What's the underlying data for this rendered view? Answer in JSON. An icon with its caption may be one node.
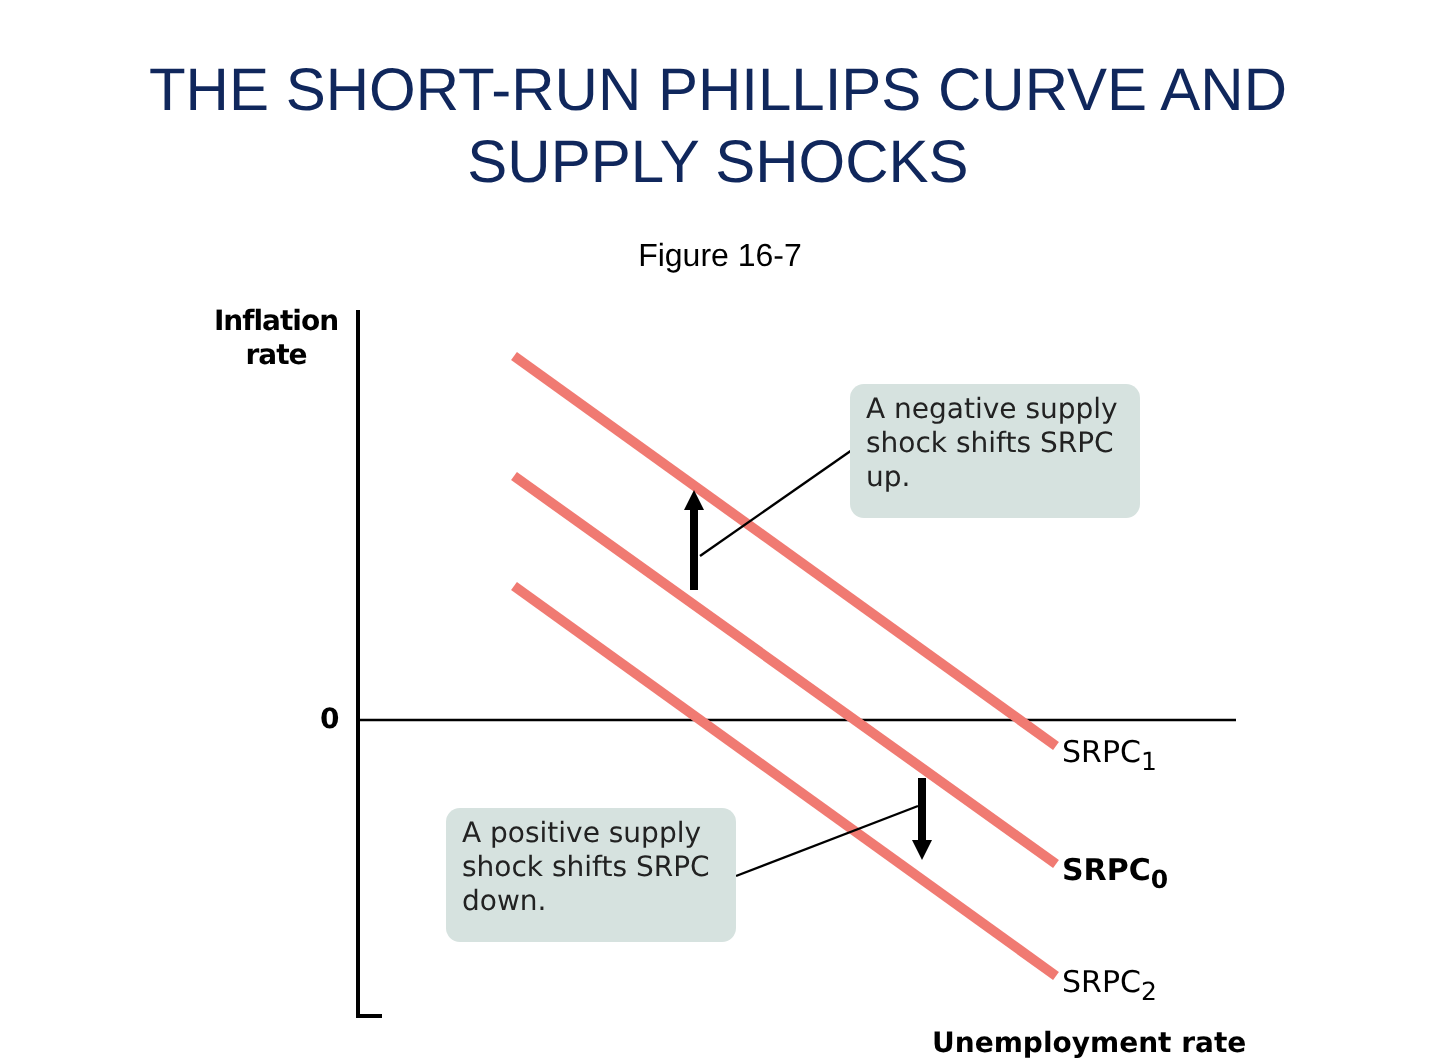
{
  "diagram": {
    "title": "THE SHORT-RUN PHILLIPS CURVE AND SUPPLY SHOCKS",
    "nodes": [
      {
        "text": [
          "A negative supply shock shifts SRPC up."
        ]
      },
      {
        "text": [],
        "shape": "arrow"
      },
      {
        "text": [
          "A positive supply shock shifts SRPC down."
        ]
      },
      {
        "text": [],
        "shape": "arrow"
      }
    ],
    "edges": [
      {
        "from": 0,
        "to": 1,
        "arrow": "none"
      },
      {
        "from": 2,
        "to": 3,
        "arrow": "none"
      }
    ],
    "labels": [
      "Figure 16-7",
      "Inflation rate",
      "0",
      "SRPC$_{1}$",
      "SRPC$_{0}$",
      "SRPC$_{2}$",
      "Unemployment rate"
    ]
  }
}
